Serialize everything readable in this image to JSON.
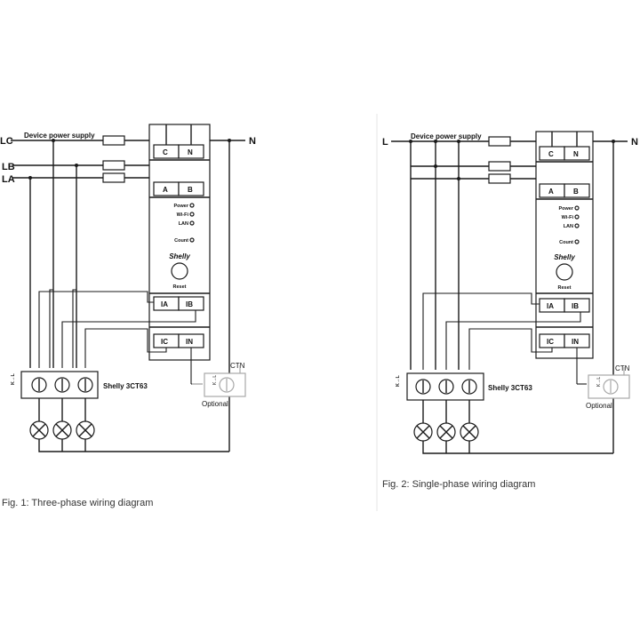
{
  "fig1": {
    "caption": "Fig. 1: Three-phase wiring diagram",
    "supply_label": "Device power supply",
    "line_labels": [
      "LC",
      "LB",
      "LA"
    ],
    "neutral_label": "N",
    "terminals": {
      "c": "C",
      "n": "N",
      "a": "A",
      "b": "B",
      "ia": "IA",
      "ib": "IB",
      "ic": "IC",
      "in": "IN"
    },
    "leds": [
      "Power",
      "Wi-Fi",
      "LAN",
      "Count"
    ],
    "brand": "Shelly",
    "reset": "Reset",
    "ct_block_label": "Shelly 3CT63",
    "ct_side_label": "K→L",
    "ctn_label": "CTN",
    "ctn_small": "K→L",
    "optional_label": "Optional"
  },
  "fig2": {
    "caption": "Fig. 2: Single-phase wiring diagram",
    "supply_label": "Device power supply",
    "line_label": "L",
    "neutral_label": "N",
    "terminals": {
      "c": "C",
      "n": "N",
      "a": "A",
      "b": "B",
      "ia": "IA",
      "ib": "IB",
      "ic": "IC",
      "in": "IN"
    },
    "leds": [
      "Power",
      "Wi-Fi",
      "LAN",
      "Count"
    ],
    "brand": "Shelly",
    "reset": "Reset",
    "ct_block_label": "Shelly 3CT63",
    "ct_side_label": "K→L",
    "ctn_label": "CTN",
    "ctn_small": "K→L",
    "optional_label": "Optional"
  }
}
